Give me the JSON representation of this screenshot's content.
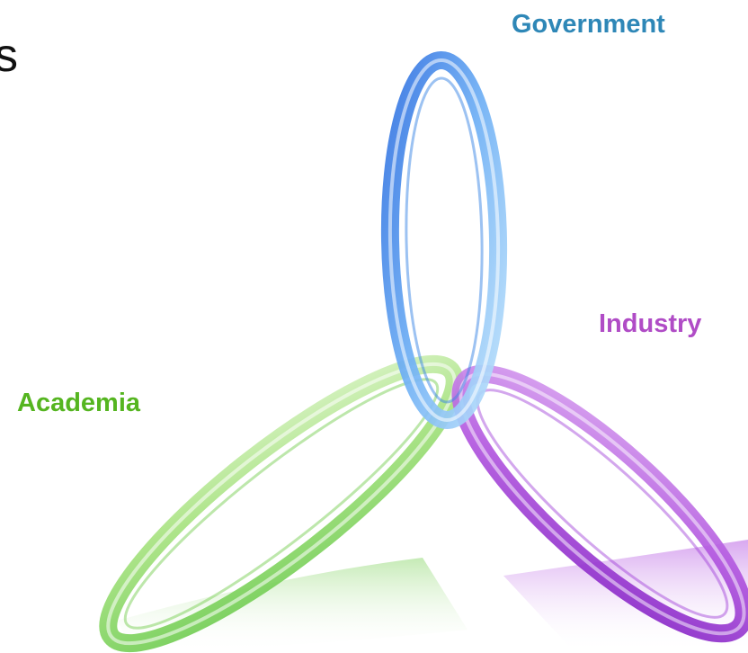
{
  "partial_text": "s",
  "labels": {
    "government": "Government",
    "industry": "Industry",
    "academia": "Academia"
  },
  "colors": {
    "government": "#2e87b7",
    "industry": "#b04cc6",
    "academia": "#55b520",
    "text": "#111111"
  },
  "icons": {
    "government_ring": "blue-glass-ring",
    "industry_ring": "purple-glass-ring",
    "academia_ring": "green-glass-ring"
  }
}
